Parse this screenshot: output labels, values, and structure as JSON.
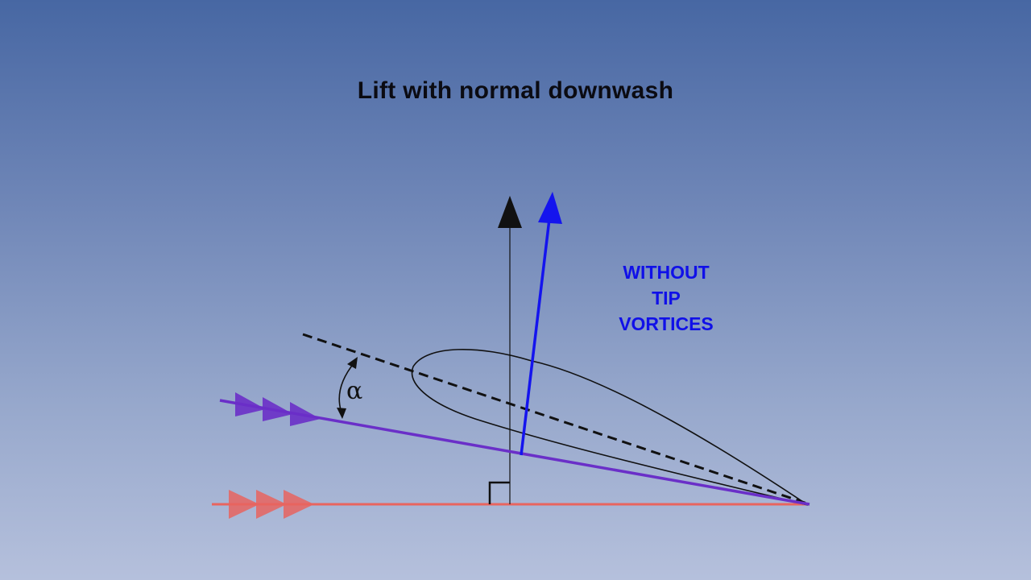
{
  "title": "Lift with normal downwash",
  "annotation": [
    "WITHOUT",
    "TIP",
    "VORTICES"
  ],
  "angle_symbol": "α",
  "colors": {
    "free_stream": "#e8645f",
    "local_flow": "#6a2fc8",
    "lift_with_downwash": "#1414ee",
    "lift_reference": "#111111",
    "annotation": "#1010e8"
  }
}
